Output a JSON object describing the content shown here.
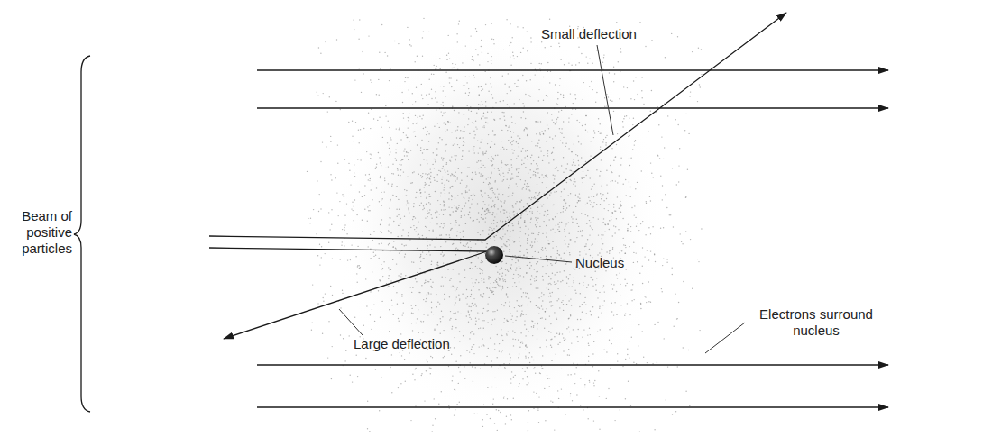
{
  "diagram": {
    "labels": [
      "Small deflection",
      "Beam of positive particles",
      "Nucleus",
      "Electrons surround nucleus",
      "Large deflection"
    ]
  }
}
